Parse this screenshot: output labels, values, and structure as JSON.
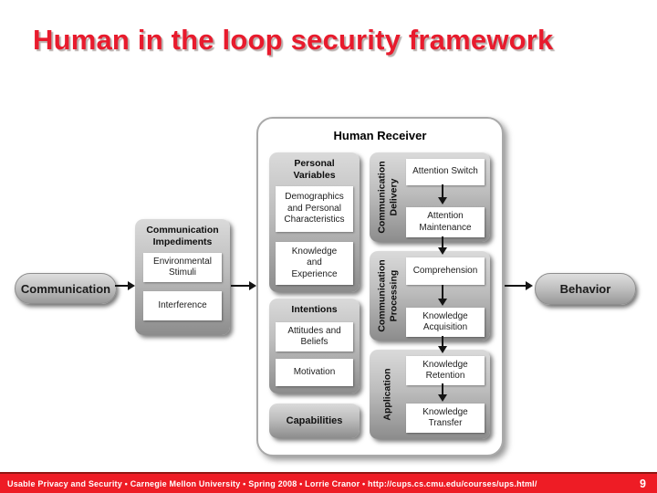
{
  "title": "Human in the loop security framework",
  "colors": {
    "title_red": "#e81b2d",
    "footer_red": "#ee1c25",
    "footer_dark_line": "#8f1713",
    "box_gray_top": "#dadada",
    "box_gray_bottom": "#8c8c8c"
  },
  "diagram": {
    "communication_label": "Communication",
    "behavior_label": "Behavior",
    "impediments": {
      "title": "Communication Impediments",
      "items": [
        "Environmental Stimuli",
        "Interference"
      ]
    },
    "receiver": {
      "title": "Human Receiver",
      "personal_variables": {
        "title": "Personal Variables",
        "items": [
          "Demographics and Personal Characteristics",
          "Knowledge and Experience"
        ]
      },
      "intentions": {
        "title": "Intentions",
        "items": [
          "Attitudes and Beliefs",
          "Motivation"
        ]
      },
      "capabilities": {
        "title": "Capabilities"
      },
      "communication_delivery": {
        "title": "Communication Delivery",
        "items": [
          "Attention Switch",
          "Attention Maintenance"
        ]
      },
      "communication_processing": {
        "title": "Communication Processing",
        "items": [
          "Comprehension",
          "Knowledge Acquisition"
        ]
      },
      "application": {
        "title": "Application",
        "items": [
          "Knowledge Retention",
          "Knowledge Transfer"
        ]
      }
    }
  },
  "footer": {
    "text": "Usable Privacy and Security  •  Carnegie Mellon University  •  Spring 2008  •  Lorrie Cranor  •  http://cups.cs.cmu.edu/courses/ups.html/",
    "page_number": "9"
  }
}
